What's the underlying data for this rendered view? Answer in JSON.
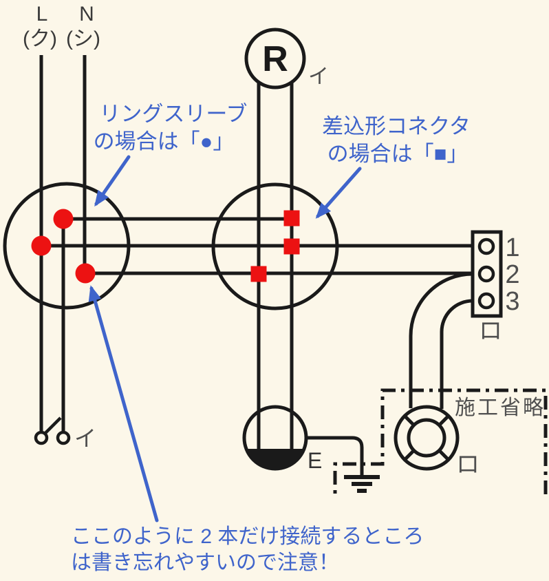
{
  "colors": {
    "background": "#fcf7e9",
    "wire": "#1a1a1a",
    "ring_sleeve_red": "#ec1212",
    "annotation_blue": "#3f64cb",
    "label_gray": "#4f4f4f"
  },
  "source": {
    "l": "L",
    "l_kana": "(ク)",
    "n": "N",
    "n_kana": "(シ)"
  },
  "lamp_r": {
    "letter": "R",
    "tag": "イ"
  },
  "switch": {
    "tag": "イ"
  },
  "terminal_block": {
    "t1": "1",
    "t2": "2",
    "t3": "3",
    "tag": "ロ"
  },
  "earth": {
    "label": "E"
  },
  "omission": {
    "title": "施工省略",
    "lamp_tag": "ロ"
  },
  "annotations": {
    "ring": {
      "line1": "リングスリーブ",
      "line2": "の場合は「●」"
    },
    "connector": {
      "line1": "差込形コネクタ",
      "line2": "の場合は「■」"
    },
    "warning": {
      "line1": "ここのように 2 本だけ接続するところ",
      "line2": "は書き忘れやすいので注意！"
    }
  }
}
